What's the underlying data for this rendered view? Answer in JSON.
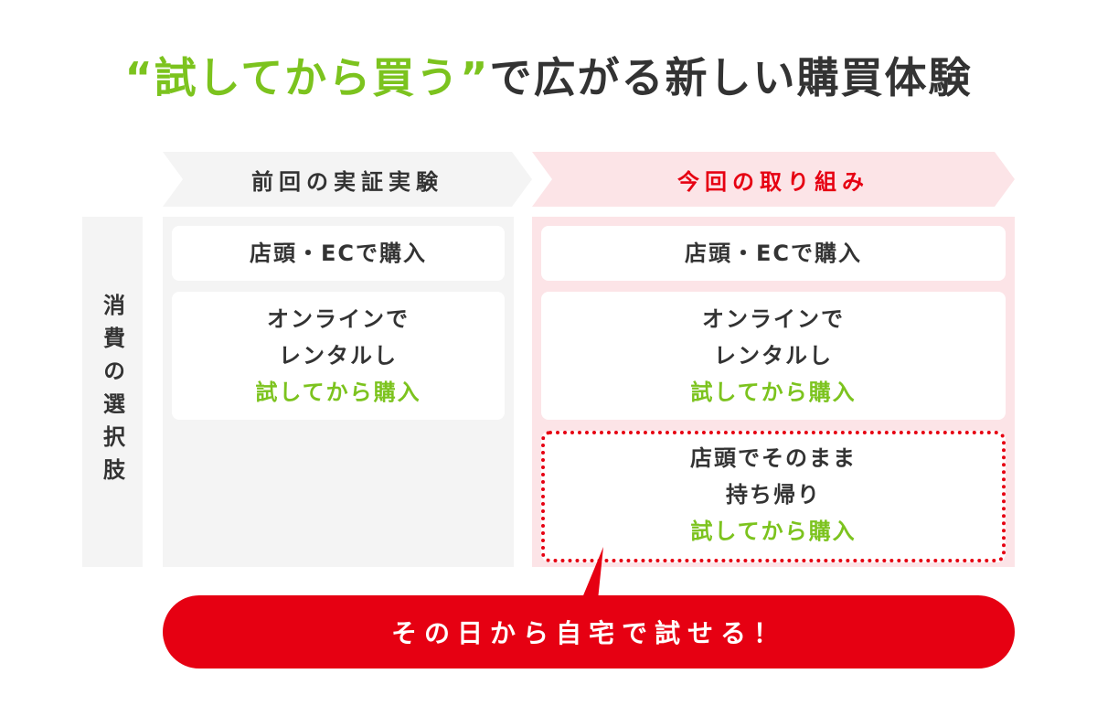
{
  "title": {
    "accent": "“試してから買う”",
    "rest": "で広がる新しい購買体験"
  },
  "headers": {
    "previous": "前回の実証実験",
    "current": "今回の取り組み"
  },
  "side_label": "消費の選択肢",
  "columns": {
    "previous": {
      "cards": [
        {
          "lines": [
            "店頭・ECで購入"
          ]
        },
        {
          "lines": [
            "オンラインで",
            "レンタルし"
          ],
          "highlight": "試してから購入"
        }
      ]
    },
    "current": {
      "cards": [
        {
          "lines": [
            "店頭・ECで購入"
          ]
        },
        {
          "lines": [
            "オンラインで",
            "レンタルし"
          ],
          "highlight": "試してから購入"
        },
        {
          "lines": [
            "店頭でそのまま",
            "持ち帰り"
          ],
          "highlight": "試してから購入"
        }
      ]
    }
  },
  "callout": "その日から自宅で試せる！",
  "colors": {
    "accent_green": "#7cc31e",
    "accent_red": "#e60012",
    "text_dark": "#333333",
    "panel_gray": "#f4f4f4",
    "panel_pink": "#fce4e7"
  }
}
